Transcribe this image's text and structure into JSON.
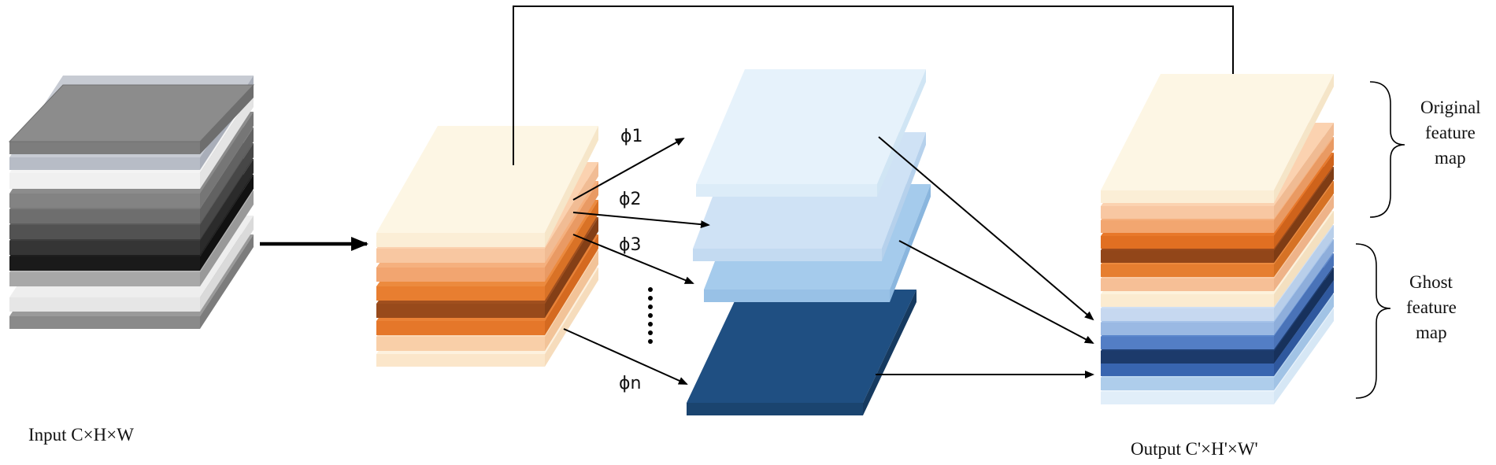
{
  "labels": {
    "input": "Input C×H×W",
    "output": "Output C'×H'×W'",
    "original_line1": "Original",
    "original_line2": "feature",
    "original_line3": "map",
    "ghost_line1": "Ghost",
    "ghost_line2": "feature",
    "ghost_line3": "map"
  },
  "ops": {
    "phi1": "ϕ1",
    "phi2": "ϕ2",
    "phi3": "ϕ3",
    "phin": "ϕn"
  },
  "colors": {
    "gray_stack": [
      "#8a8a8a",
      "#c7cbd3",
      "#f4f4f4",
      "#6b6b6b",
      "#454545",
      "#2a2a2a",
      "#9a9a9a",
      "#e6e6e6"
    ],
    "orange_stack": [
      "#fdf5e2",
      "#f9c9a2",
      "#f1a26b",
      "#e87a2e",
      "#9a4a1c",
      "#e87a2e",
      "#fbe2c8"
    ],
    "blue_stack": [
      "#dcecf8",
      "#b8d6f0",
      "#8cbbe6",
      "#4a79c2",
      "#24457f",
      "#6d96d6",
      "#d6e6f6"
    ],
    "dark_blue_plate": "#1f4f82"
  }
}
